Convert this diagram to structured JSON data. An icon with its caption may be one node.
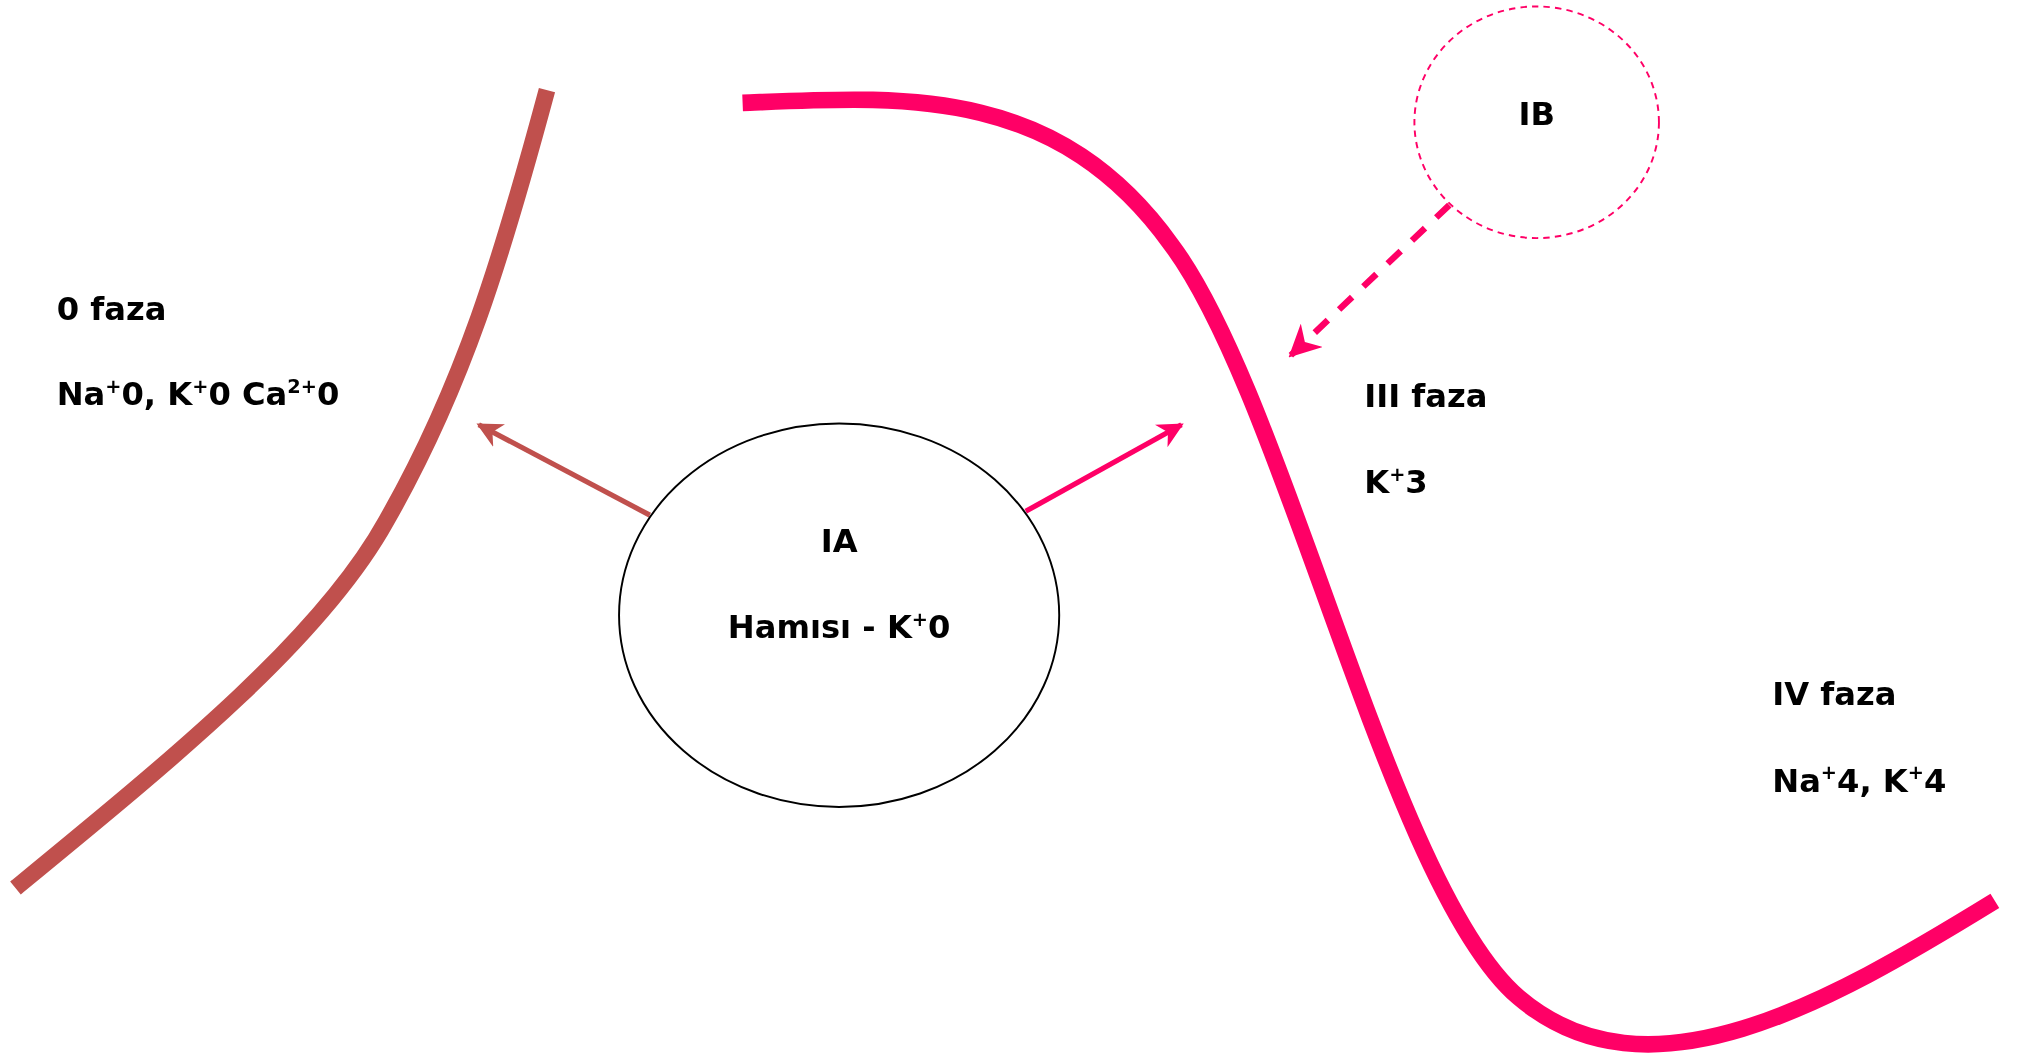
{
  "diagram": {
    "nodes": [
      {
        "text": [
          "IA",
          "Hamısı - K$^{+}$0"
        ]
      },
      {
        "text": [
          "IB"
        ]
      }
    ],
    "edges": [
      {
        "from": 0,
        "to": null,
        "arrow": "to",
        "color": "#c0504d"
      },
      {
        "from": 0,
        "to": null,
        "arrow": "to"
      },
      {
        "from": 1,
        "to": null,
        "arrow": "to",
        "style": "dashed"
      }
    ],
    "labels": [
      "0 faza",
      "Na$^{+}$0, K$^{+}$0 Ca$^{2+}$0",
      "III faza",
      "K$^{+}$3",
      "IV faza",
      "Na$^{+}$4, K$^{+}$4"
    ]
  }
}
